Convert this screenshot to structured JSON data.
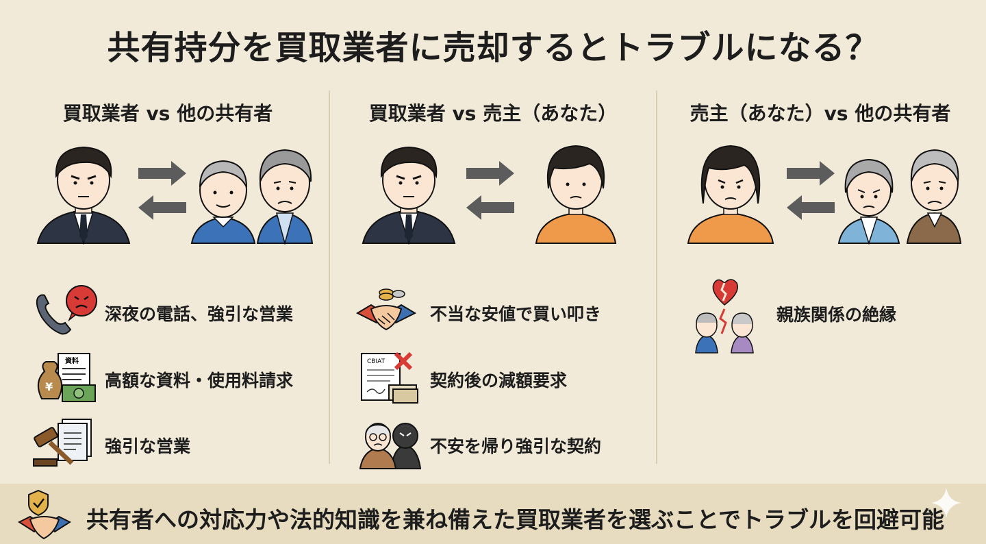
{
  "title": "共有持分を買取業者に売却するとトラブルになる？",
  "columns": [
    {
      "heading": "買取業者 vs 他の共有者",
      "items": [
        {
          "text": "深夜の電話、強引な営業",
          "icon": "phone-angry-icon"
        },
        {
          "text": "高額な資料・使用料請求",
          "icon": "moneybag-invoice-icon",
          "icon_label": "資料"
        },
        {
          "text": "強引な営業",
          "icon": "gavel-document-icon"
        }
      ]
    },
    {
      "heading": "買取業者 vs 売主（あなた）",
      "items": [
        {
          "text": "不当な安値で買い叩き",
          "icon": "handshake-coins-icon"
        },
        {
          "text": "契約後の減額要求",
          "icon": "contract-cross-icon",
          "icon_label": "CBIAT"
        },
        {
          "text": "不安を帰り強引な契約",
          "icon": "elder-shadow-icon"
        }
      ]
    },
    {
      "heading": "売主（あなた）vs 他の共有者",
      "items": [
        {
          "text": "親族関係の絶縁",
          "icon": "broken-heart-family-icon"
        }
      ]
    }
  ],
  "footer": {
    "text": "共有者への対応力や法的知識を兼ね備えた買取業者を選ぶことでトラブルを回避可能",
    "icon": "shield-handshake-icon"
  },
  "colors": {
    "background": "#f1ead9",
    "footer": "#e7dcc0",
    "arrow": "#5c5c5c",
    "suit": "#2d3544",
    "blue_shirt": "#3b72b8",
    "orange_shirt": "#ef9a4a",
    "red": "#d83a35"
  }
}
